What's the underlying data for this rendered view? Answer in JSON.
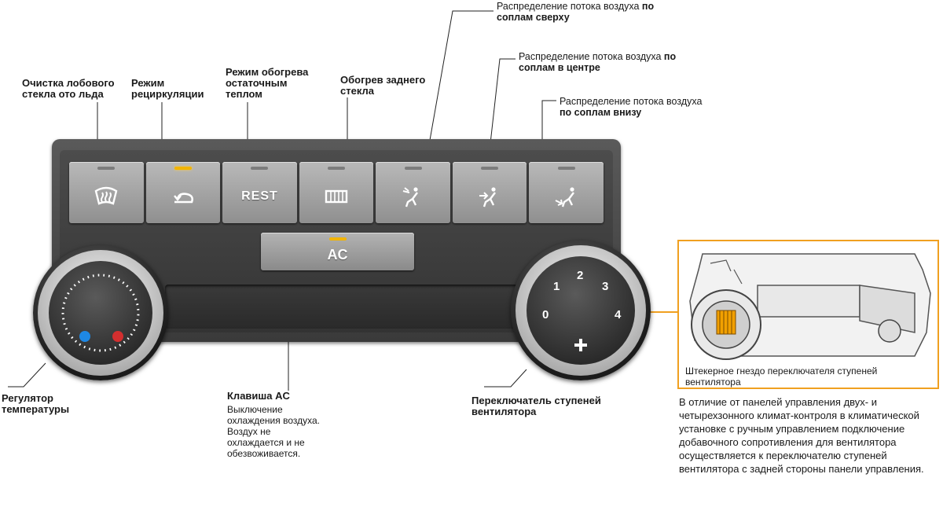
{
  "labels": {
    "deicing": "Очистка лобового стекла ото льда",
    "recirc": "Режим рециркуляции",
    "rest": "Режим обогрева остаточным теплом",
    "rear_heat": "Обогрев заднего стекла",
    "top_vents_pre": "Распределение потока воздуха ",
    "top_vents_bold": "по соплам сверху",
    "center_vents_pre": "Распределение потока воздуха ",
    "center_vents_bold": "по соплам в центре",
    "bottom_vents_pre": "Распределение потока воздуха",
    "bottom_vents_bold": "по соплам внизу",
    "temp_regulator": "Регулятор температуры",
    "ac_key_title": "Клавиша AC",
    "ac_key_desc": "Выключение охлаждения воздуха. Воздух не охлаждается и не обезвоживается.",
    "fan_switch": "Переключатель ступеней вентилятора",
    "connector_caption": "Штекерное гнездо переключателя ступеней вентилятора",
    "note": "В отличие от панелей управления двух- и четырехзонного климат-контроля в климатической установке с ручным управлением подключение добавочного сопротивления для вентилятора осуществляется к переключателю ступеней вентилятора с задней стороны панели управления."
  },
  "buttons": {
    "rest": "REST",
    "ac": "AC"
  },
  "fan_dial": [
    "0",
    "1",
    "2",
    "3",
    "4"
  ],
  "led_colors": {
    "on": "#f2b400",
    "off": "#7c7c7c"
  },
  "accent": "#f0a020",
  "temp_dots": {
    "cold": "#1e88e5",
    "hot": "#d32f2f"
  }
}
